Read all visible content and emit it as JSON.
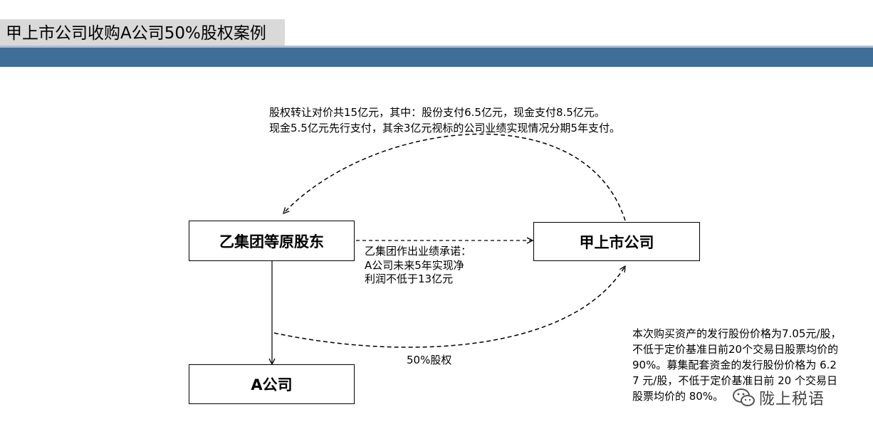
{
  "header": {
    "title": "甲上市公司收购A公司50%股权案例"
  },
  "nodes": {
    "shareholders": "乙集团等原股东",
    "listed_company": "甲上市公司",
    "company_a": "A公司"
  },
  "notes": {
    "consideration": [
      "股权转让对价共15亿元，其中：股份支付6.5亿元，现金支付8.5亿元。",
      "现金5.5亿元先行支付，其余3亿元视标的公司业绩实现情况分期5年支付。"
    ],
    "commitment": [
      "乙集团作出业绩承诺：",
      "A公司未来5年实现净",
      "利润不低于13亿元"
    ],
    "equity_label": "50%股权",
    "pricing": "本次购买资产的发行股份价格为7.05元/股，不低于定价基准日前20个交易日股票均价的90%。募集配套资金的发行股份价格为 6.27 元/股，不低于定价基准日前 20 个交易日股票均价的 80%。"
  },
  "watermark": {
    "icon": "wechat-icon",
    "text": "陇上税语"
  },
  "colors": {
    "band": "#3f6e99",
    "title_bg": "#d9d9d9"
  }
}
